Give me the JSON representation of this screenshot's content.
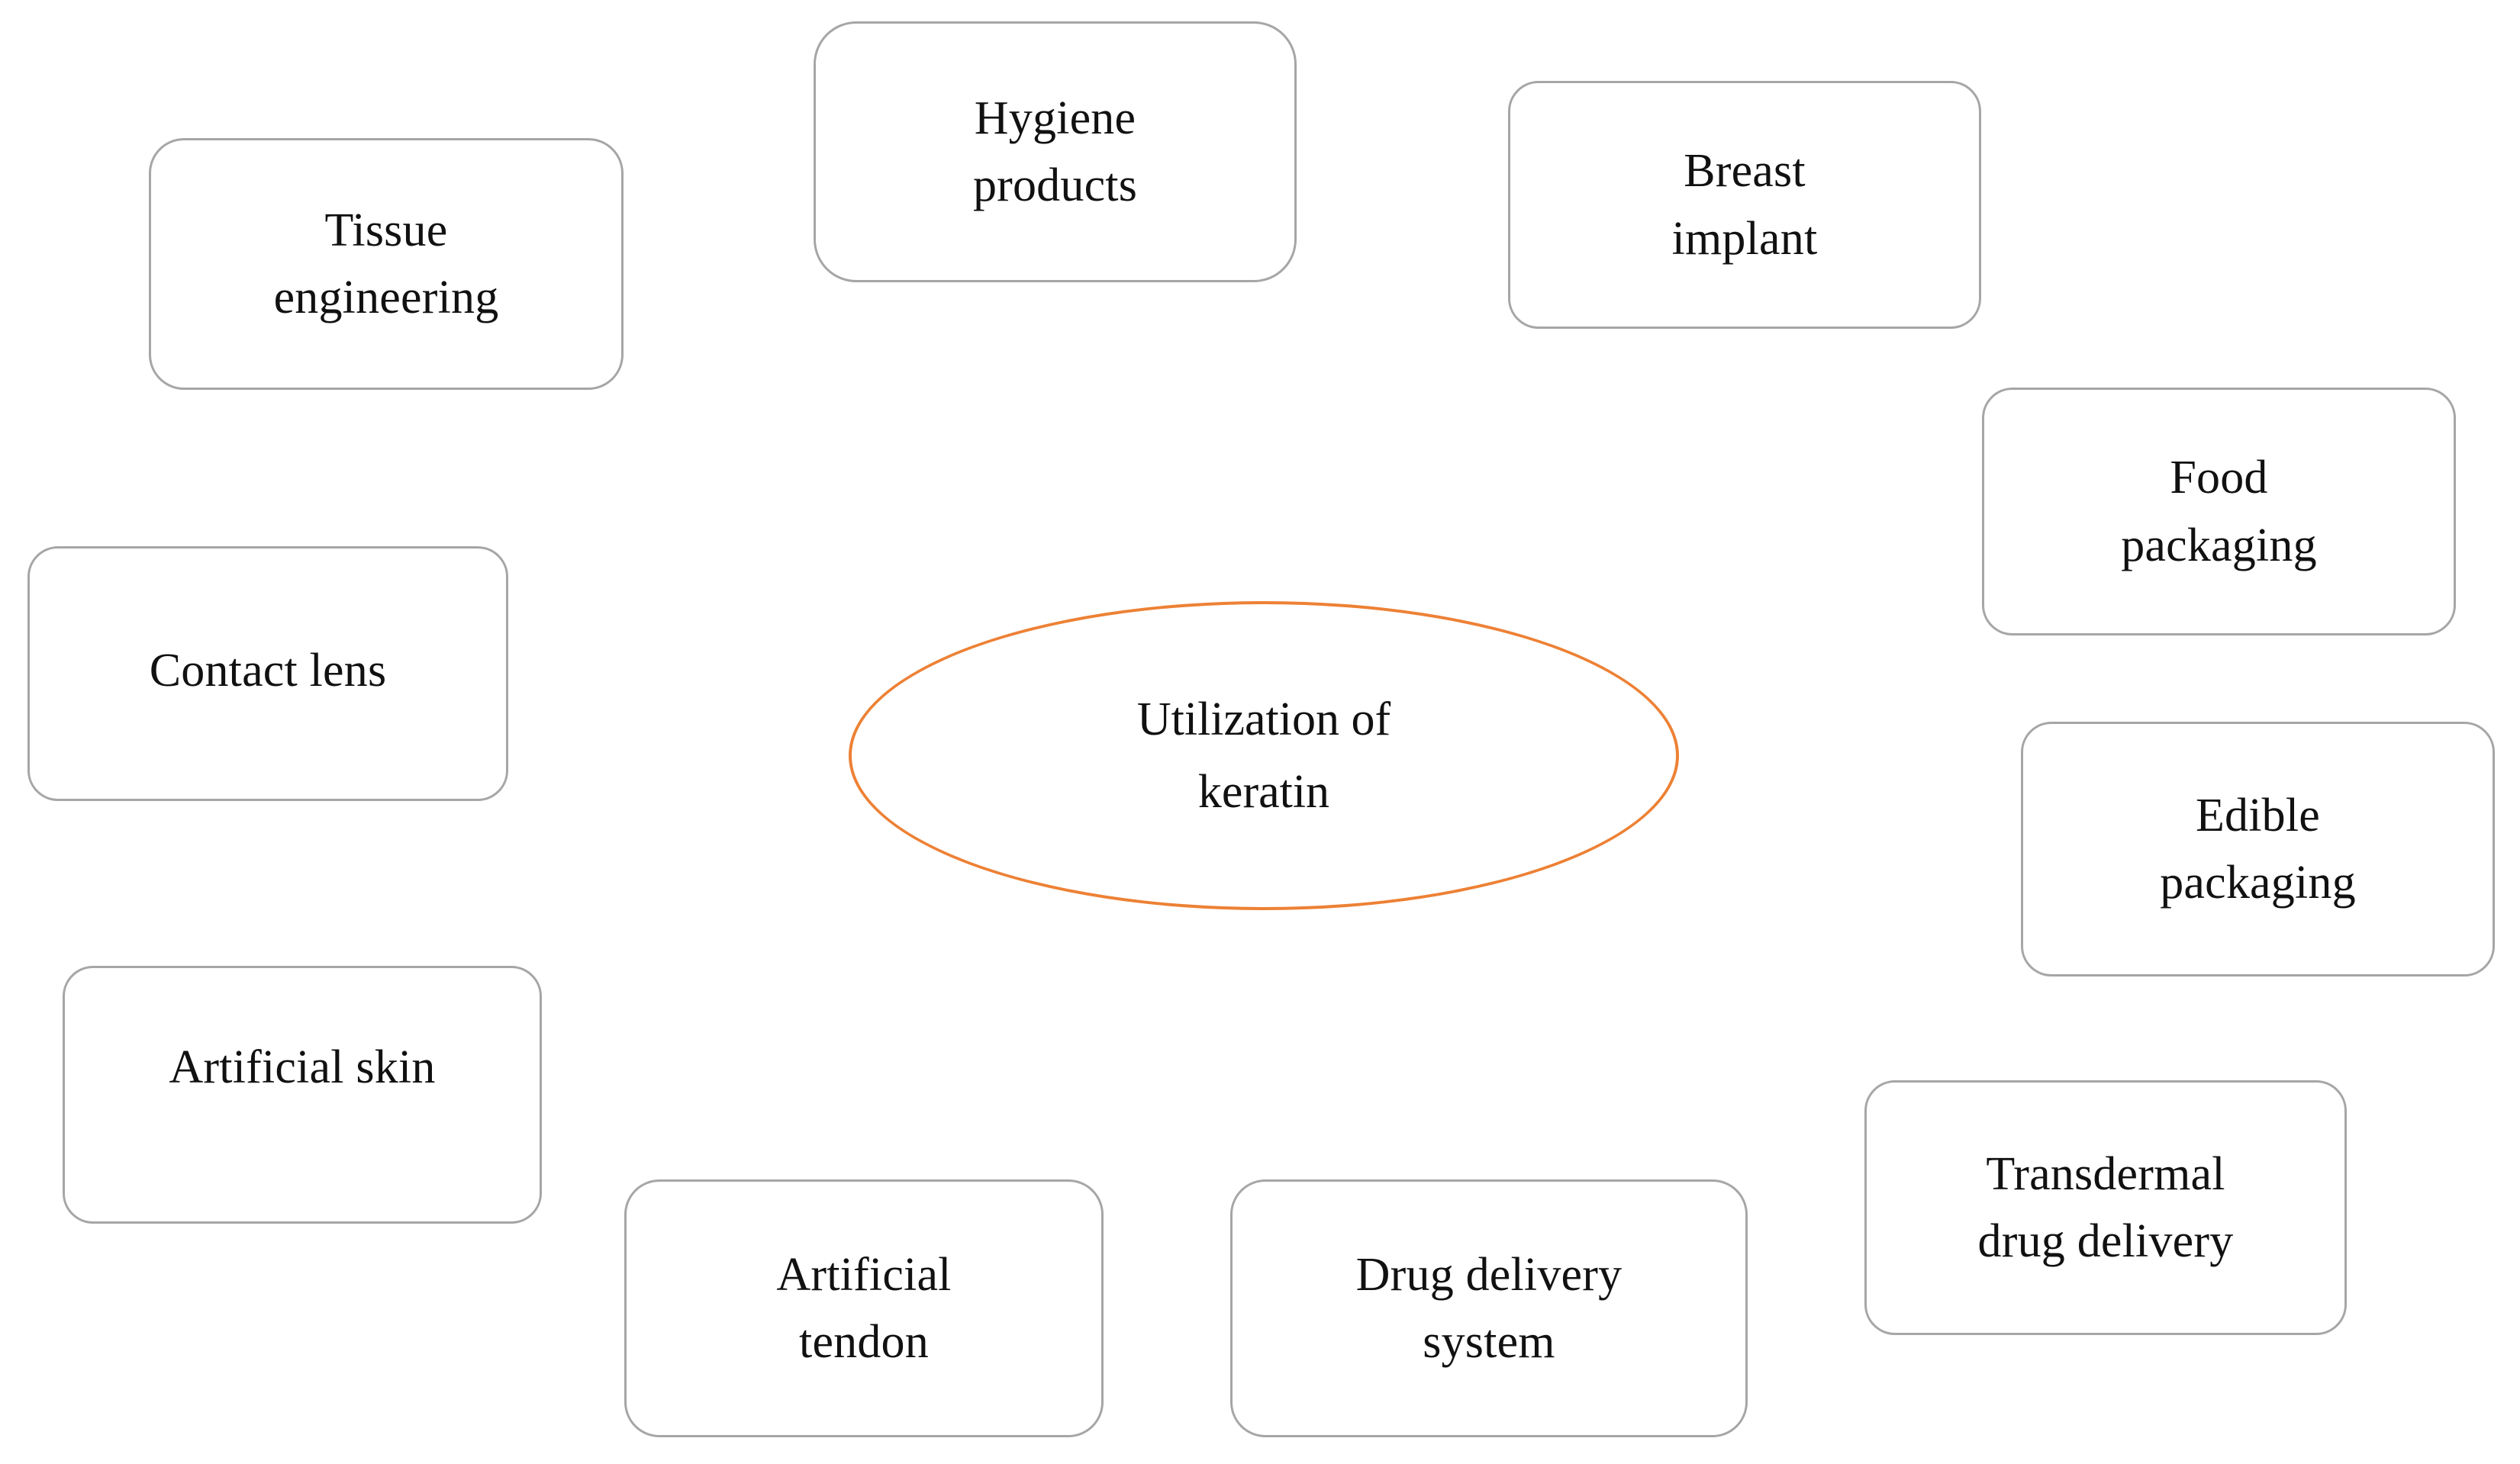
{
  "diagram": {
    "title": "Utilization of keratin",
    "type": "hub-and-spoke concept map",
    "accent_color": "#ed8135",
    "box_border_color": "#a6a6a6",
    "text_color": "#111111",
    "background_color": "#ffffff",
    "center": {
      "label": "Utilization of\nkeratin",
      "shape": "ellipse"
    },
    "nodes": [
      {
        "id": "tissue-engineering",
        "label": "Tissue\nengineering"
      },
      {
        "id": "hygiene-products",
        "label": "Hygiene\nproducts"
      },
      {
        "id": "breast-implant",
        "label": "Breast\nimplant"
      },
      {
        "id": "food-packaging",
        "label": "Food\npackaging"
      },
      {
        "id": "edible-packaging",
        "label": "Edible\npackaging"
      },
      {
        "id": "transdermal-drug-delivery",
        "label": "Transdermal\ndrug delivery"
      },
      {
        "id": "drug-delivery-system",
        "label": "Drug delivery\nsystem"
      },
      {
        "id": "artificial-tendon",
        "label": "Artificial\ntendon"
      },
      {
        "id": "artificial-skin",
        "label": "Artificial skin"
      },
      {
        "id": "contact-lens",
        "label": "Contact lens"
      }
    ]
  }
}
